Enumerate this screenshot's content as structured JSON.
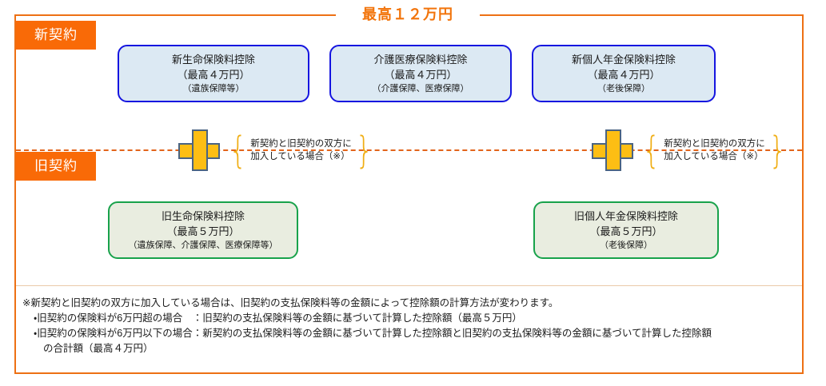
{
  "diagram": {
    "title": "最高１２万円",
    "accent_orange": "#F2740B",
    "tab_orange": "#F96A07",
    "new_box_border": "#1515E0",
    "new_box_fill": "#DCE9F3",
    "old_box_border": "#18A24B",
    "old_box_fill": "#E9EDE0",
    "plus_fill": "#FDBE14",
    "plus_border": "#4A6382",
    "brace_color": "#F0AE14",
    "dashed_color": "#E2641B"
  },
  "tabs": {
    "new_contract": "新契約",
    "old_contract": "旧契約"
  },
  "new_boxes": [
    {
      "name": "新生命保険料控除",
      "limit": "（最高４万円）",
      "scope": "（遺族保障等）"
    },
    {
      "name": "介護医療保険料控除",
      "limit": "（最高４万円）",
      "scope": "（介護保障、医療保障）"
    },
    {
      "name": "新個人年金保険料控除",
      "limit": "（最高４万円）",
      "scope": "（老後保障）"
    }
  ],
  "old_boxes": [
    {
      "name": "旧生命保険料控除",
      "limit": "（最高５万円）",
      "scope": "（遺族保障、介護保障、医療保障等）"
    },
    {
      "name": "旧個人年金保険料控除",
      "limit": "（最高５万円）",
      "scope": "（老後保障）"
    }
  ],
  "connector_notes": [
    {
      "line1": "新契約と旧契約の双方に",
      "line2": "加入している場合（※）"
    },
    {
      "line1": "新契約と旧契約の双方に",
      "line2": "加入している場合（※）"
    }
  ],
  "plus_symbol": "＋",
  "brace_open": "{",
  "brace_close": "}",
  "footnote": {
    "line1": "※新契約と旧契約の双方に加入している場合は、旧契約の支払保険料等の金額によって控除額の計算方法が変わります。",
    "line2": "・旧契約の保険料が6万円超の場合　：旧契約の支払保険料等の金額に基づいて計算した控除額（最高５万円）",
    "line3": "・旧契約の保険料が6万円以下の場合：新契約の支払保険料等の金額に基づいて計算した控除額と旧契約の支払保険料等の金額に基づいて計算した控除額",
    "line4": "の合計額（最高４万円）"
  }
}
